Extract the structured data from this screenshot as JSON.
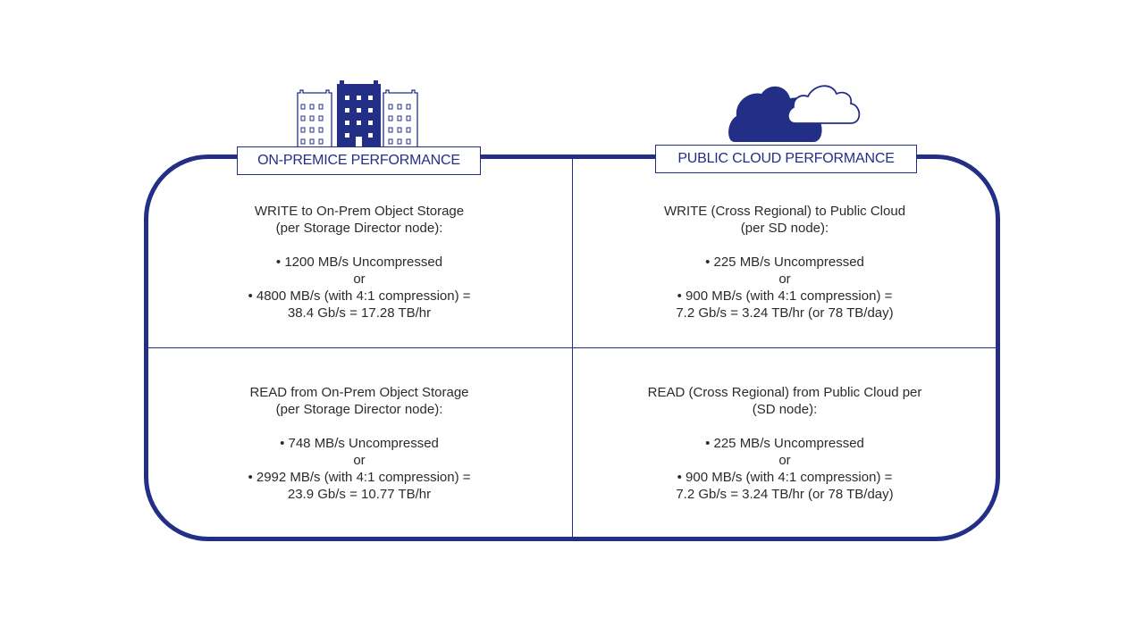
{
  "labels": {
    "on_prem": "ON-PREMICE PERFORMANCE",
    "public_cloud": "PUBLIC CLOUD PERFORMANCE"
  },
  "colors": {
    "accent": "#232f86",
    "text": "#2b2b2b",
    "background": "#ffffff"
  },
  "icons": {
    "left": "buildings-icon",
    "right": "cloud-icon"
  },
  "cells": {
    "on_prem_write": {
      "heading_1": "WRITE to On-Prem Object Storage",
      "heading_2": "(per Storage Director node):",
      "item_1": "• 1200 MB/s Uncompressed",
      "or": "or",
      "item_2a": "• 4800 MB/s (with 4:1 compression) =",
      "item_2b": "38.4 Gb/s = 17.28 TB/hr"
    },
    "cloud_write": {
      "heading_1": "WRITE (Cross Regional) to Public Cloud",
      "heading_2": "(per SD node):",
      "item_1": "• 225 MB/s Uncompressed",
      "or": "or",
      "item_2a": "• 900 MB/s (with 4:1 compression) =",
      "item_2b": "7.2 Gb/s = 3.24 TB/hr (or 78 TB/day)"
    },
    "on_prem_read": {
      "heading_1": "READ from On-Prem Object Storage",
      "heading_2": "(per Storage Director node):",
      "item_1": "• 748 MB/s Uncompressed",
      "or": "or",
      "item_2a": "• 2992 MB/s (with 4:1 compression) =",
      "item_2b": "23.9 Gb/s = 10.77 TB/hr"
    },
    "cloud_read": {
      "heading_1": "READ (Cross Regional) from Public Cloud per",
      "heading_2": "(SD node):",
      "item_1": "• 225 MB/s Uncompressed",
      "or": "or",
      "item_2a": "• 900 MB/s (with 4:1 compression) =",
      "item_2b": "7.2 Gb/s = 3.24 TB/hr (or 78 TB/day)"
    }
  }
}
